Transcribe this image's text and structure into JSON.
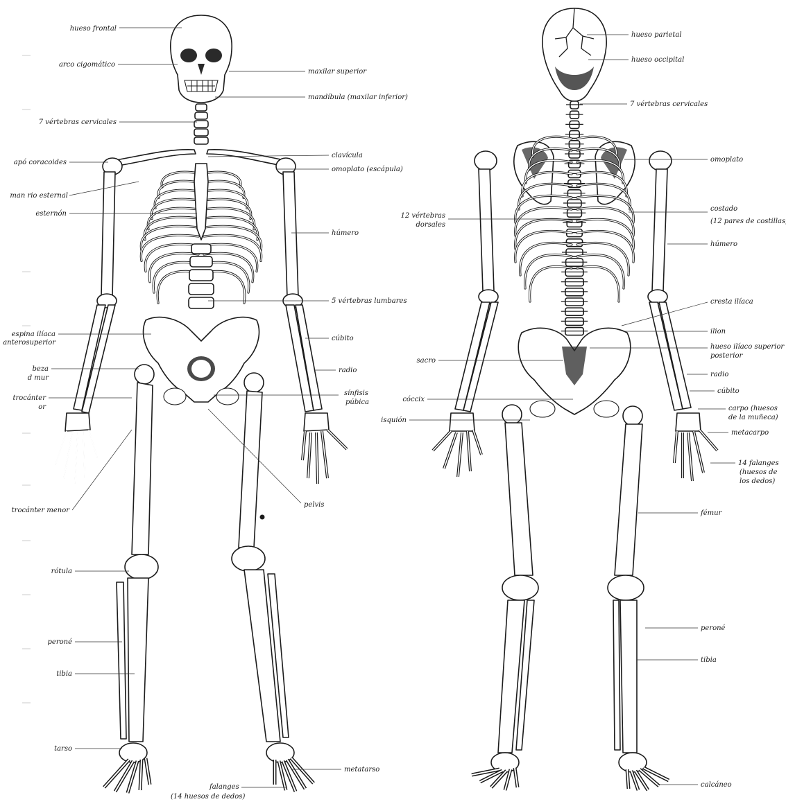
{
  "figures": {
    "front": {
      "labels": [
        {
          "id": "hueso-frontal",
          "text": "hueso frontal"
        },
        {
          "id": "arco-cigomatico",
          "text": "arco cigomático"
        },
        {
          "id": "maxilar-superior",
          "text": "maxilar superior"
        },
        {
          "id": "mandibula",
          "text": "mandíbula (maxilar inferior)"
        },
        {
          "id": "vertebras-cervicales",
          "text": "7 vértebras cervicales"
        },
        {
          "id": "apofisis-coracoides",
          "text": "apó   coracoides"
        },
        {
          "id": "clavicula",
          "text": "clavícula"
        },
        {
          "id": "omoplato",
          "text": "omoplato (escápula)"
        },
        {
          "id": "manubrio-esternal",
          "text": "man    rio esternal"
        },
        {
          "id": "esternon",
          "text": "esternón"
        },
        {
          "id": "humero",
          "text": "húmero"
        },
        {
          "id": "vertebras-lumbares",
          "text": "5 vértebras lumbares"
        },
        {
          "id": "espina-iliaca-1",
          "text": "espina ilíaca"
        },
        {
          "id": "espina-iliaca-2",
          "text": "anterosuperior"
        },
        {
          "id": "cubito",
          "text": "cúbito"
        },
        {
          "id": "cabeza-fem-1",
          "text": "beza"
        },
        {
          "id": "cabeza-fem-2",
          "text": "d   mur"
        },
        {
          "id": "radio",
          "text": "radio"
        },
        {
          "id": "trocanter-mayor-1",
          "text": "trocánter"
        },
        {
          "id": "trocanter-mayor-2",
          "text": "or"
        },
        {
          "id": "sinfisis-1",
          "text": "sínfisis"
        },
        {
          "id": "sinfisis-2",
          "text": "púbica"
        },
        {
          "id": "trocanter-menor",
          "text": "trocánter menor"
        },
        {
          "id": "pelvis",
          "text": "pelvis"
        },
        {
          "id": "rotula",
          "text": "rótula"
        },
        {
          "id": "perone",
          "text": "peroné"
        },
        {
          "id": "tibia",
          "text": "tibia"
        },
        {
          "id": "tarso",
          "text": "tarso"
        },
        {
          "id": "metatarso",
          "text": "metatarso"
        },
        {
          "id": "falanges-1",
          "text": "falanges"
        },
        {
          "id": "falanges-2",
          "text": "(14 huesos de dedos)"
        }
      ]
    },
    "back": {
      "labels": [
        {
          "id": "hueso-parietal",
          "text": "hueso parietal"
        },
        {
          "id": "hueso-occipital",
          "text": "hueso occipital"
        },
        {
          "id": "vertebras-cervicales-b",
          "text": "7 vértebras cervicales"
        },
        {
          "id": "omoplato-b",
          "text": "omoplato"
        },
        {
          "id": "vertebras-dorsales-1",
          "text": "12 vértebras"
        },
        {
          "id": "vertebras-dorsales-2",
          "text": "dorsales"
        },
        {
          "id": "costado-1",
          "text": "costado"
        },
        {
          "id": "costado-2",
          "text": "(12 pares de costillas)"
        },
        {
          "id": "humero-b",
          "text": "húmero"
        },
        {
          "id": "cresta-iliaca",
          "text": "cresta ilíaca"
        },
        {
          "id": "ilion",
          "text": "ilion"
        },
        {
          "id": "iliaco-sup-1",
          "text": "hueso ilíaco superior"
        },
        {
          "id": "iliaco-sup-2",
          "text": "posterior"
        },
        {
          "id": "sacro",
          "text": "sacro"
        },
        {
          "id": "radio-b",
          "text": "radio"
        },
        {
          "id": "cubito-b",
          "text": "cúbito"
        },
        {
          "id": "coccix",
          "text": "cóccix"
        },
        {
          "id": "carpo-1",
          "text": "carpo (huesos"
        },
        {
          "id": "carpo-2",
          "text": "de la muñeca)"
        },
        {
          "id": "isquion",
          "text": "isquión"
        },
        {
          "id": "metacarpo",
          "text": "metacarpo"
        },
        {
          "id": "falanges-b-1",
          "text": "14 falanges"
        },
        {
          "id": "falanges-b-2",
          "text": "(huesos de"
        },
        {
          "id": "falanges-b-3",
          "text": "los dedos)"
        },
        {
          "id": "femur",
          "text": "fémur"
        },
        {
          "id": "perone-b",
          "text": "peroné"
        },
        {
          "id": "tibia-b",
          "text": "tibia"
        },
        {
          "id": "calcaneo",
          "text": "calcáneo"
        }
      ]
    }
  },
  "colors": {
    "ink": "#1c1c1c",
    "paper": "#ffffff",
    "accent_line_green": "#9bbf5a",
    "accent_line_blue": "#7f86c8"
  }
}
